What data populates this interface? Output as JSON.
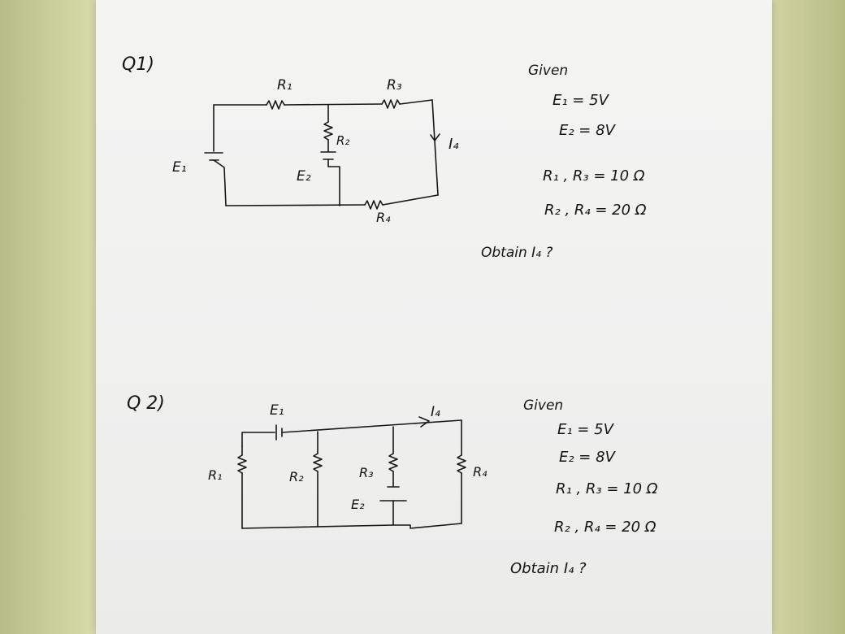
{
  "q1": {
    "number": "Q1)",
    "circuit_labels": {
      "R1": "R₁",
      "R2": "R₂",
      "R3": "R₃",
      "R4": "R₄",
      "E1": "E₁",
      "E2": "E₂",
      "I4": "I₄"
    },
    "given": {
      "heading": "Given",
      "lines": [
        "E₁ = 5V",
        "E₂ = 8V",
        "R₁ , R₃ = 10 Ω",
        "R₂ , R₄ = 20 Ω"
      ]
    },
    "question": "Obtain I₄ ?"
  },
  "q2": {
    "number": "Q 2)",
    "circuit_labels": {
      "R1": "R₁",
      "R2": "R₂",
      "R3": "R₃",
      "R4": "R₄",
      "E1": "E₁",
      "E2": "E₂",
      "I4": "I₄"
    },
    "given": {
      "heading": "Given",
      "lines": [
        "E₁ = 5V",
        "E₂ = 8V",
        "R₁ , R₃ = 10 Ω",
        "R₂ , R₄ = 20 Ω"
      ]
    },
    "question": "Obtain I₄ ?"
  }
}
